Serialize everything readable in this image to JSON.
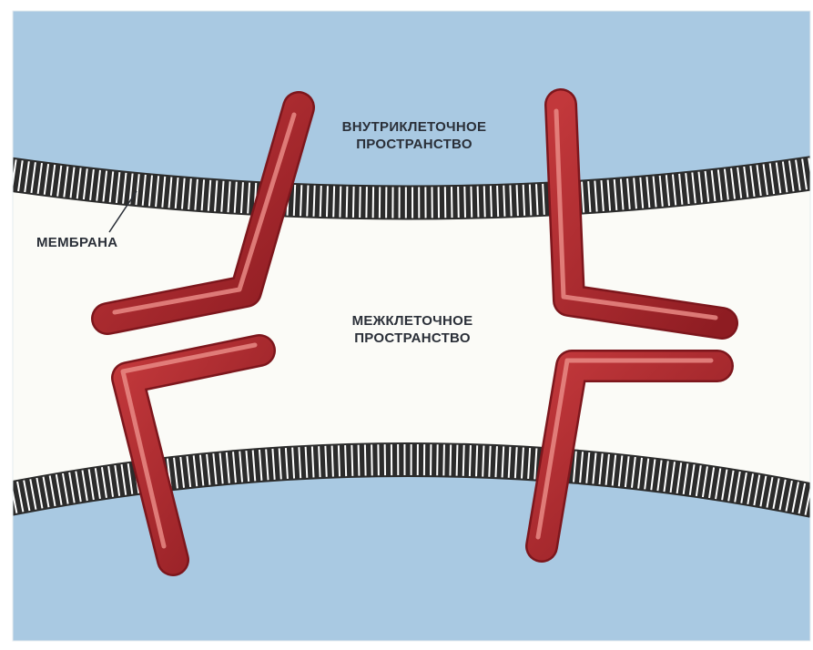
{
  "labels": {
    "intracellular_line1": "ВНУТРИКЛЕТОЧНОЕ",
    "intracellular_line2": "ПРОСТРАНСТВО",
    "membrane": "МЕМБРАНА",
    "intercellular_line1": "МЕЖКЛЕТОЧНОЕ",
    "intercellular_line2": "ПРОСТРАНСТВО"
  },
  "colors": {
    "intracellular_space": "#a9c9e2",
    "intercellular_space": "#fbfbf7",
    "membrane_fill": "#ffffff",
    "membrane_stripe": "#2b2b2b",
    "protein": "#a3242a",
    "protein_highlight": "#e98a85",
    "label_text": "#2a2f38"
  }
}
